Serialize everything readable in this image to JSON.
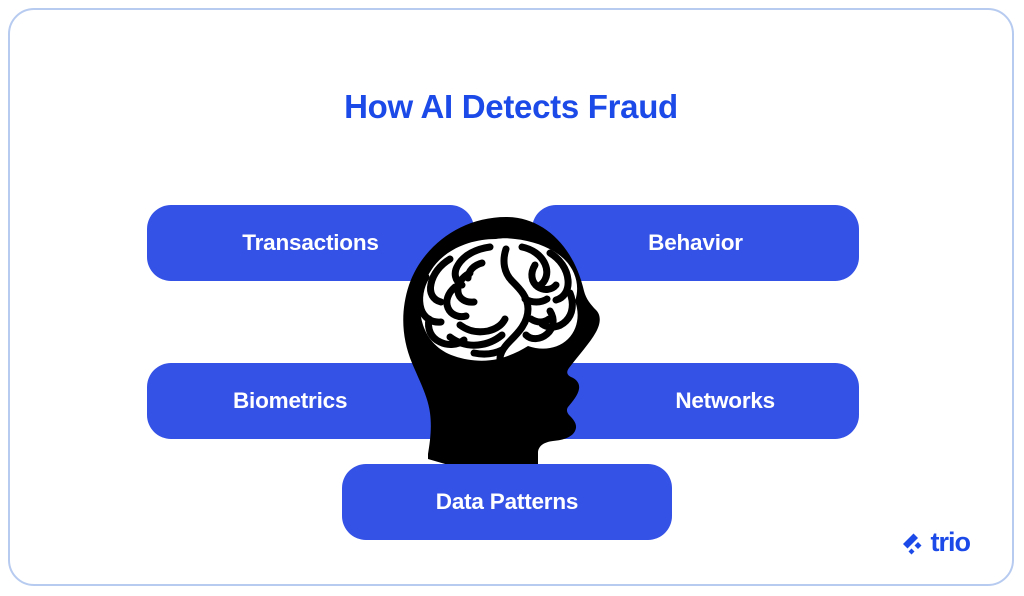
{
  "graphic": {
    "title": "How AI Detects Fraud",
    "background_color": "#ffffff",
    "border_color": "#b7cbf0",
    "title_color": "#1b4ae8",
    "pill_color": "#3552e6",
    "pill_text_color": "#ffffff",
    "illustration_color": "#000000",
    "brain_color": "#ffffff"
  },
  "pills": [
    {
      "label": "Transactions",
      "icon": "pill-shape"
    },
    {
      "label": "Behavior",
      "icon": "pill-shape"
    },
    {
      "label": "Biometrics",
      "icon": "pill-shape"
    },
    {
      "label": "Networks",
      "icon": "pill-shape"
    },
    {
      "label": "Data Patterns",
      "icon": "pill-shape"
    }
  ],
  "illustration": {
    "name": "head-profile-with-brain-icon",
    "description": "black human head silhouette facing right with white brain outline"
  },
  "logo": {
    "wordmark": "trio",
    "mark_icon": "trio-diamond-slash-icon",
    "color": "#1b4ae8"
  }
}
